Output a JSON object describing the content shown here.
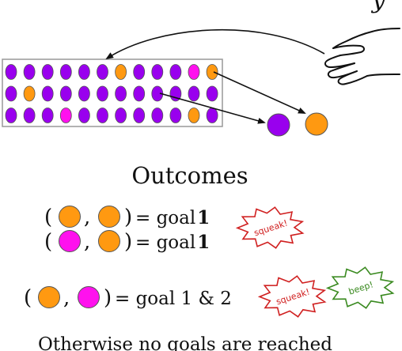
{
  "colors": {
    "purple": "#9900ee",
    "orange": "#ff9911",
    "magenta": "#ff11ee",
    "squeak_red": "#d02020",
    "beep_green": "#3a8a20",
    "ink": "#111111",
    "box_stroke": "#999999"
  },
  "top_text": "y",
  "box": {
    "rows": [
      [
        "purple",
        "purple",
        "purple",
        "purple",
        "purple",
        "purple",
        "orange",
        "purple",
        "purple",
        "purple",
        "magenta",
        "orange"
      ],
      [
        "purple",
        "orange",
        "purple",
        "purple",
        "purple",
        "purple",
        "purple",
        "purple",
        "purple",
        "purple",
        "purple",
        "purple"
      ],
      [
        "purple",
        "purple",
        "purple",
        "magenta",
        "purple",
        "purple",
        "purple",
        "purple",
        "purple",
        "purple",
        "orange",
        "purple"
      ]
    ]
  },
  "drawn_balls": [
    "purple",
    "orange"
  ],
  "icons": [
    "hand-icon",
    "squeak-burst-icon",
    "beep-burst-icon"
  ],
  "outcomes": {
    "title": "Outcomes",
    "rows": [
      {
        "balls": [
          "orange",
          "orange"
        ],
        "prefix": "= goal ",
        "number": "1",
        "burst": "squeak!"
      },
      {
        "balls": [
          "magenta",
          "orange"
        ],
        "prefix": "= goal ",
        "number": "1",
        "burst": ""
      },
      {
        "balls": [
          "orange",
          "magenta"
        ],
        "prefix": "= goal 1 & 2",
        "number": "",
        "burst": "squeak!",
        "burst2": "beep!"
      }
    ],
    "otherwise": "Otherwise no goals are reached"
  }
}
